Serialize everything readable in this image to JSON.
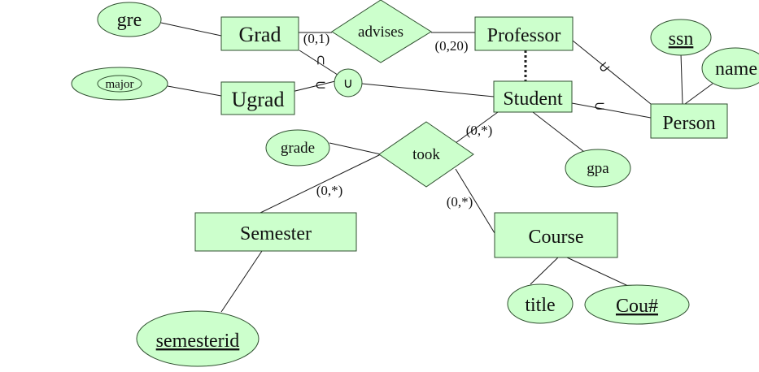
{
  "entities": {
    "grad": "Grad",
    "professor": "Professor",
    "ugrad": "Ugrad",
    "student": "Student",
    "person": "Person",
    "semester": "Semester",
    "course": "Course"
  },
  "relationships": {
    "advises": "advises",
    "took": "took"
  },
  "attributes": {
    "gre": "gre",
    "major": "major",
    "ssn": "ssn",
    "name": "name",
    "grade": "grade",
    "gpa": "gpa",
    "title": "title",
    "cou_num": "Cou#",
    "semesterid": "semesterid"
  },
  "cardinalities": {
    "grad_advises": "(0,1)",
    "professor_advises": "(0,20)",
    "student_took": "(0,*)",
    "semester_took": "(0,*)",
    "course_took": "(0,*)"
  },
  "symbols": {
    "subset": "⊂",
    "union": "∪"
  },
  "colors": {
    "shape_fill": "#ccffcc",
    "shape_stroke": "#2f4f2f"
  }
}
